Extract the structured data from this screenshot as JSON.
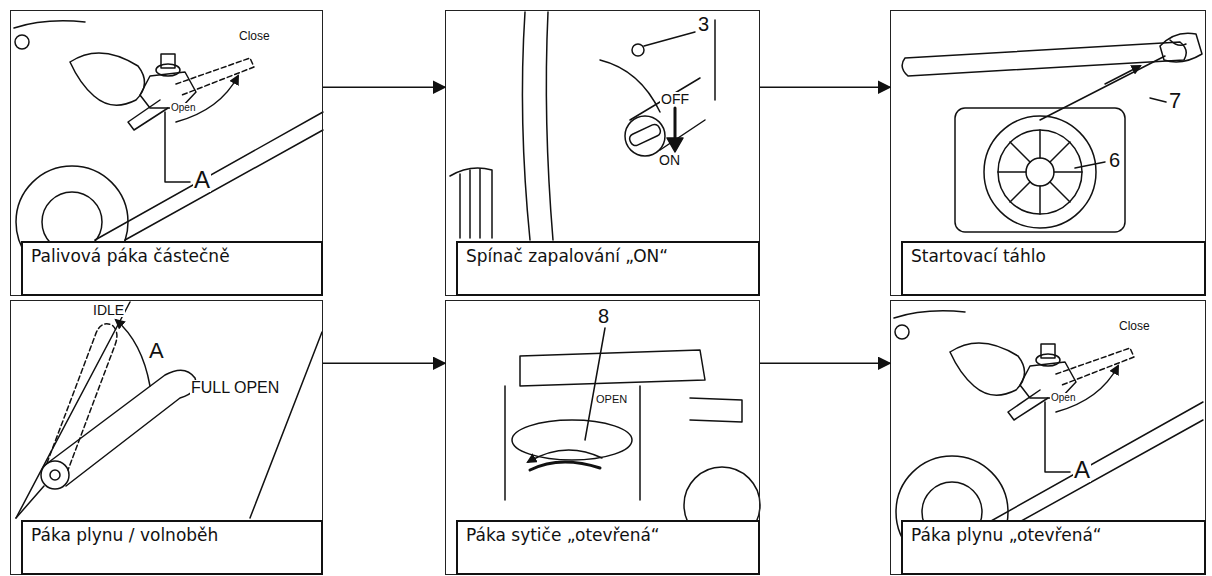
{
  "diagram": {
    "nodes": [
      {
        "text": [
          "Palivová páka částečně"
        ]
      },
      {
        "text": [
          "Spínač zapalování „ON“"
        ]
      },
      {
        "text": [
          "Startovací táhlo"
        ]
      },
      {
        "text": [
          "Páka plynu / volnoběh"
        ]
      },
      {
        "text": [
          "Páka sytiče „otevřená“"
        ]
      },
      {
        "text": [
          "Páka plynu „otevřená“"
        ]
      }
    ],
    "edges": [
      {
        "from": 0,
        "to": 1,
        "arrow": "to"
      },
      {
        "from": 1,
        "to": 2,
        "arrow": "to"
      },
      {
        "from": 3,
        "to": 4,
        "arrow": "to"
      },
      {
        "from": 4,
        "to": 5,
        "arrow": "to"
      }
    ],
    "labels": [
      "Close",
      "Open",
      "A",
      "3",
      "OFF",
      "ON",
      "7",
      "6",
      "IDLE",
      "A",
      "FULL OPEN",
      "8",
      "OPEN",
      "Close",
      "Open",
      "A"
    ]
  }
}
